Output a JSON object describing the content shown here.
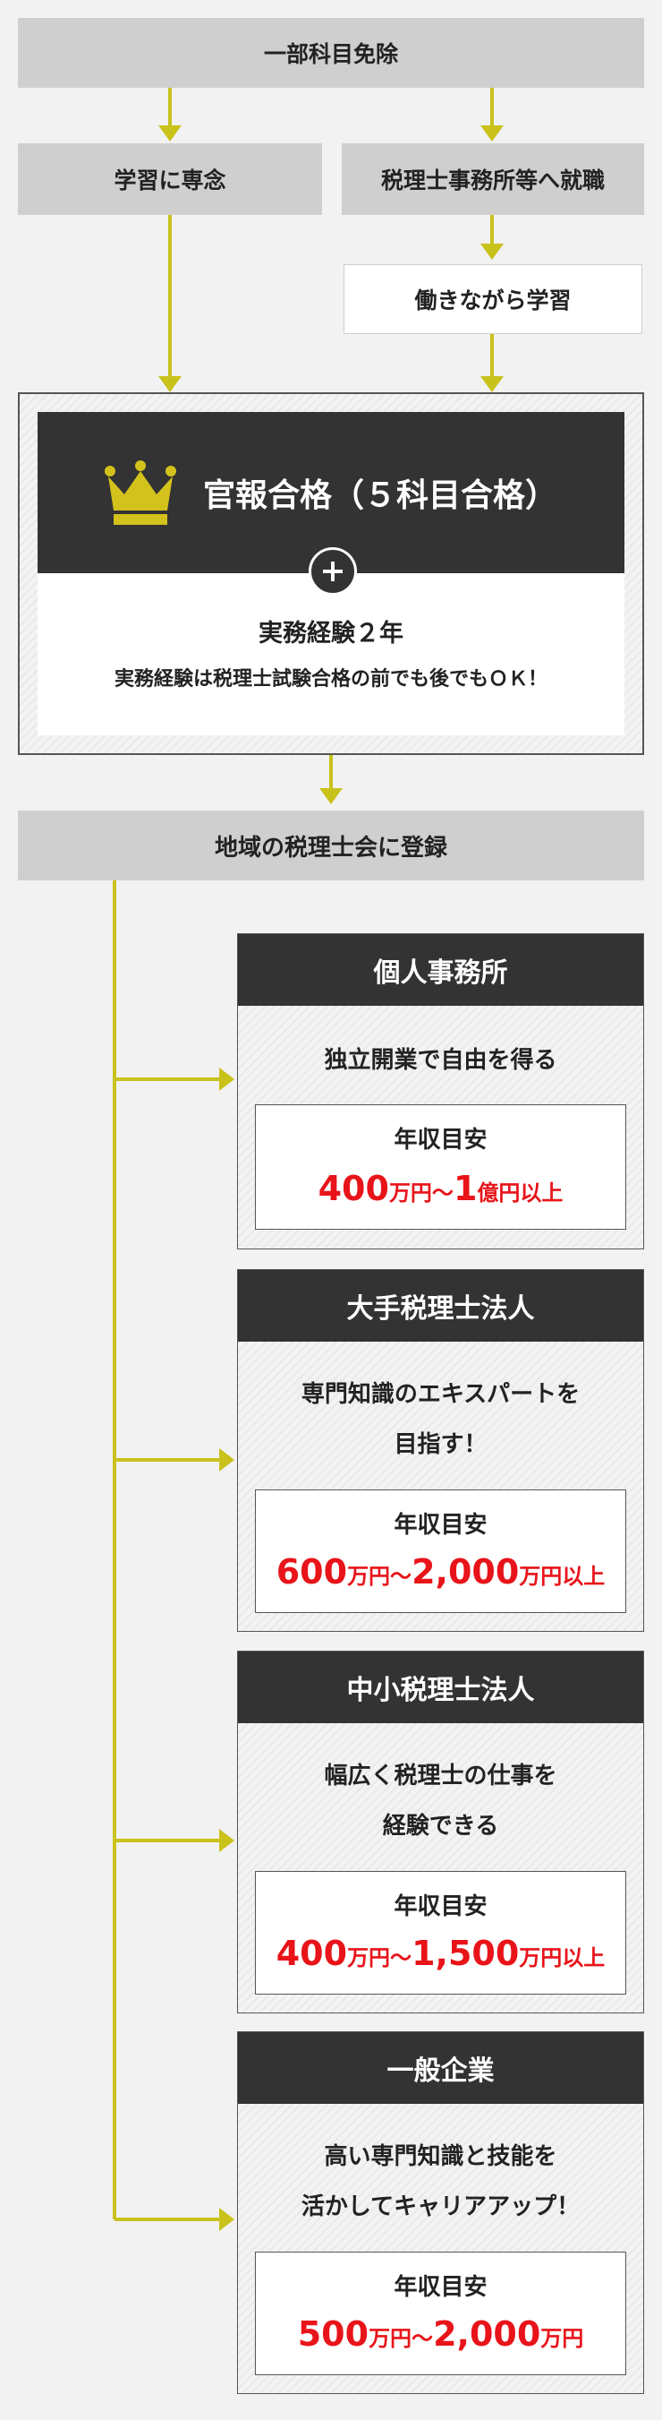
{
  "top": {
    "exemption": "一部科目免除"
  },
  "paths": {
    "study": "学習に専念",
    "work": "税理士事務所等へ就職",
    "work_study": "働きながら学習"
  },
  "pass": {
    "title": "官報合格（５科目合格）",
    "experience_title": "実務経験２年",
    "experience_note": "実務経験は税理士試験合格の前でも後でもＯＫ！"
  },
  "register": "地域の税理士会に登録",
  "income_label": "年収目安",
  "careers": [
    {
      "title": "個人事務所",
      "desc1": "独立開業で自由を得る",
      "desc2": "",
      "amt1": "400",
      "unit1": "万円～",
      "amt2": "1",
      "unit2": "億円以上"
    },
    {
      "title": "大手税理士法人",
      "desc1": "専門知識のエキスパートを",
      "desc2": "目指す！",
      "amt1": "600",
      "unit1": "万円～",
      "amt2": "2,000",
      "unit2": "万円以上"
    },
    {
      "title": "中小税理士法人",
      "desc1": "幅広く税理士の仕事を",
      "desc2": "経験できる",
      "amt1": "400",
      "unit1": "万円～",
      "amt2": "1,500",
      "unit2": "万円以上"
    },
    {
      "title": "一般企業",
      "desc1": "高い専門知識と技能を",
      "desc2": "活かしてキャリアアップ！",
      "amt1": "500",
      "unit1": "万円～",
      "amt2": "2,000",
      "unit2": "万円"
    }
  ],
  "colors": {
    "arrow": "#c9c21b",
    "accent_red": "#e8141a",
    "dark": "#333333",
    "crown": "#d4c21c"
  },
  "icons": {
    "crown": "crown-icon",
    "plus": "plus-circle-icon"
  }
}
